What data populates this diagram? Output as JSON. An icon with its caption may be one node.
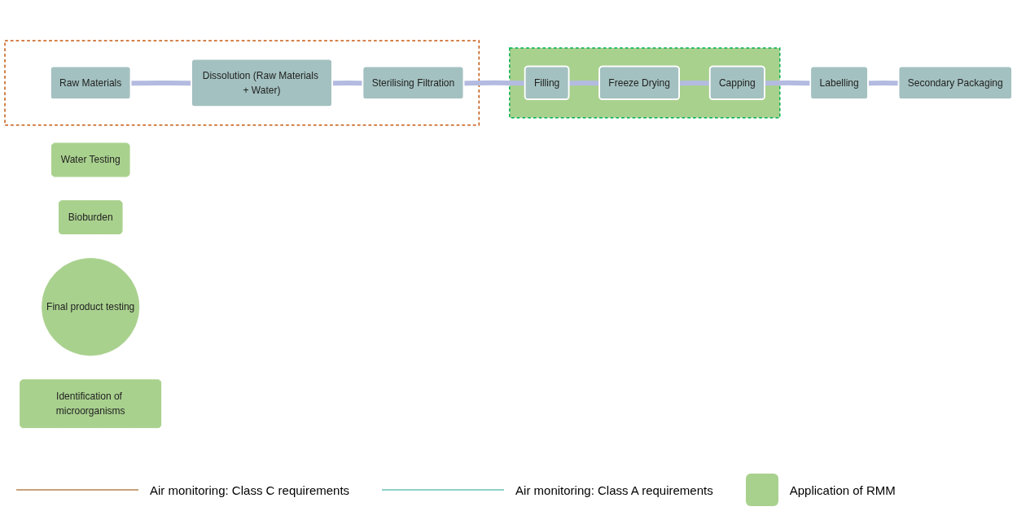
{
  "diagram": {
    "nodes": [
      {
        "text": [
          "Water Testing"
        ]
      },
      {
        "text": [],
        "shape": "box"
      },
      {
        "text": [
          "Raw Materials"
        ],
        "in": 1
      },
      {
        "text": [
          "Dissolution (Raw Materials + Water)"
        ],
        "in": 1
      },
      {
        "text": [
          "Sterilising Filtration"
        ],
        "in": 1
      },
      {
        "text": [
          "Bioburden"
        ]
      },
      {
        "text": [],
        "shape": "box"
      },
      {
        "text": [
          "Capping"
        ],
        "in": 6
      },
      {
        "text": [
          "Freeze Drying"
        ],
        "in": 6
      },
      {
        "text": [
          "Filling"
        ],
        "in": 6
      },
      {
        "text": [
          "Labelling"
        ]
      },
      {
        "text": [
          "Secondary Packaging"
        ]
      },
      {
        "text": [
          "Final product testing"
        ]
      },
      {
        "text": [
          "Identification of microorganisms"
        ]
      }
    ],
    "edges": [
      {
        "from": 2,
        "to": 3,
        "arrow": "none"
      },
      {
        "from": 3,
        "to": 4,
        "arrow": "none"
      },
      {
        "from": 4,
        "to": 9,
        "arrow": "none"
      },
      {
        "from": 9,
        "to": 8,
        "arrow": "none"
      },
      {
        "from": 8,
        "to": 7,
        "arrow": "none"
      },
      {
        "from": 7,
        "to": 10,
        "arrow": "none"
      },
      {
        "from": 10,
        "to": 11,
        "arrow": "none"
      }
    ],
    "legend": [
      {
        "text": "Air monitoring: Class C requirements"
      },
      {
        "text": "Air monitoring: Class A requirements"
      },
      {
        "text": "Application of RMM",
        "color": "#a9d18e"
      }
    ]
  }
}
